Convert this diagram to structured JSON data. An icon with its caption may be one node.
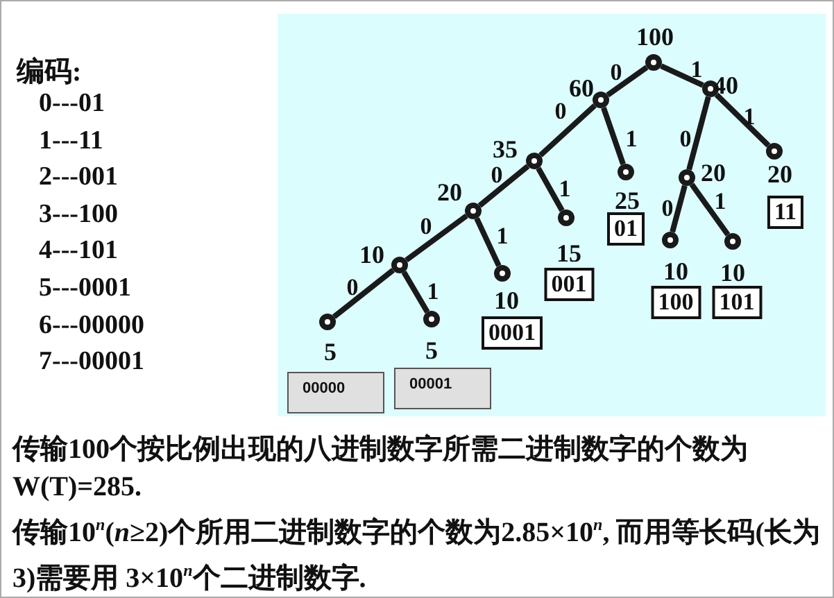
{
  "diagram": {
    "nodes": [
      {
        "text": [],
        "shape": "circle",
        "beside": [
          "100"
        ]
      },
      {
        "text": [],
        "shape": "circle",
        "beside": [
          "60"
        ]
      },
      {
        "text": [],
        "shape": "circle",
        "beside": [
          "40"
        ]
      },
      {
        "text": [],
        "shape": "circle",
        "beside": [
          "35"
        ]
      },
      {
        "text": [],
        "shape": "circle",
        "beside": [
          "25"
        ]
      },
      {
        "text": [],
        "shape": "circle",
        "beside": [
          "20"
        ]
      },
      {
        "text": [],
        "shape": "circle",
        "beside": [
          "20"
        ]
      },
      {
        "text": [],
        "shape": "circle",
        "beside": [
          "20"
        ]
      },
      {
        "text": [],
        "shape": "circle",
        "beside": [
          "15"
        ]
      },
      {
        "text": [],
        "shape": "circle",
        "beside": [
          "10"
        ]
      },
      {
        "text": [],
        "shape": "circle",
        "beside": [
          "10"
        ]
      },
      {
        "text": [],
        "shape": "circle",
        "beside": [
          "10"
        ]
      },
      {
        "text": [],
        "shape": "circle",
        "beside": [
          "10"
        ]
      },
      {
        "text": [],
        "shape": "circle",
        "beside": [
          "5"
        ]
      },
      {
        "text": [],
        "shape": "circle",
        "beside": [
          "5"
        ]
      },
      {
        "text": [
          "11"
        ]
      },
      {
        "text": [
          "01"
        ]
      },
      {
        "text": [
          "001"
        ]
      },
      {
        "text": [
          "100"
        ]
      },
      {
        "text": [
          "101"
        ]
      },
      {
        "text": [
          "0001"
        ]
      },
      {
        "text": [
          "00001"
        ]
      },
      {
        "text": [
          "00000"
        ]
      }
    ],
    "edges": [
      {
        "from": 0,
        "to": 1,
        "arrow": "none",
        "label": "0"
      },
      {
        "from": 0,
        "to": 2,
        "arrow": "none",
        "label": "1"
      },
      {
        "from": 1,
        "to": 3,
        "arrow": "none",
        "label": "0"
      },
      {
        "from": 1,
        "to": 4,
        "arrow": "none",
        "label": "1"
      },
      {
        "from": 2,
        "to": 5,
        "arrow": "none",
        "label": "0"
      },
      {
        "from": 2,
        "to": 6,
        "arrow": "none",
        "label": "1"
      },
      {
        "from": 3,
        "to": 7,
        "arrow": "none",
        "label": "0"
      },
      {
        "from": 3,
        "to": 8,
        "arrow": "none",
        "label": "1"
      },
      {
        "from": 5,
        "to": 9,
        "arrow": "none",
        "label": "0"
      },
      {
        "from": 5,
        "to": 10,
        "arrow": "none",
        "label": "1"
      },
      {
        "from": 7,
        "to": 11,
        "arrow": "none",
        "label": "0"
      },
      {
        "from": 7,
        "to": 12,
        "arrow": "none",
        "label": "1"
      },
      {
        "from": 11,
        "to": 13,
        "arrow": "none",
        "label": "0"
      },
      {
        "from": 11,
        "to": 14,
        "arrow": "none",
        "label": "1"
      }
    ],
    "labels": [
      "编码:",
      "0---01",
      "1---11",
      "2---001",
      "3---100",
      "4---101",
      "5---0001",
      "6---00000",
      "7---00001",
      "传输100个按比例出现的八进制数字所需二进制数字的个数为W(T)=285.",
      "传输10$^{n}$(*n*≥2)个所用二进制数字的个数为2.85×10$^{n}$, 而用等长码(长为3)需要用 3×10$^{n}$个二进制数字."
    ]
  }
}
